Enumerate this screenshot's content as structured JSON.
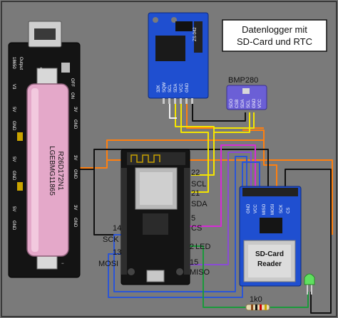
{
  "title_lines": [
    "Datenlogger mit",
    "SD-Card und RTC"
  ],
  "battery_board": {
    "side_labels": [
      "Output",
      "18650",
      "V3",
      "5V",
      "GND",
      "5V",
      "GND",
      "5V",
      "GND"
    ],
    "right_labels": [
      "OFF",
      "ON",
      "3V",
      "GND",
      "3V",
      "GND",
      "3V",
      "GND"
    ],
    "cell_text_1": "LGEBMG11865",
    "cell_text_2": "R26D172N1"
  },
  "rtc": {
    "header_labels": [
      "ZS-042"
    ],
    "pins": [
      "32K",
      "SQW",
      "SCL",
      "SDA",
      "VCC",
      "GND"
    ]
  },
  "bmp280": {
    "title": "BMP280",
    "pins": [
      "SDO",
      "CSB",
      "SDA",
      "SCL",
      "GND",
      "VCC"
    ]
  },
  "esp_labels": {
    "right": [
      {
        "pin": "22",
        "name": "SCL"
      },
      {
        "pin": "21",
        "name": "SDA"
      },
      {
        "pin": "5",
        "name": "CS"
      },
      {
        "pin": "2",
        "name": "LED"
      },
      {
        "pin": "15",
        "name": "MISO"
      }
    ],
    "left": [
      {
        "pin": "14",
        "name": "SCK"
      },
      {
        "pin": "13",
        "name": "MOSI"
      }
    ]
  },
  "sdcard": {
    "label_line1": "SD-Card",
    "label_line2": "Reader",
    "pins": [
      "GND",
      "VCC",
      "MISO",
      "MOSI",
      "SCK",
      "CS"
    ]
  },
  "resistor_label": "1k0",
  "colors": {
    "background": "#7a7a7a",
    "wire_orange": "#ff7f0f",
    "wire_black": "#111111",
    "wire_yellow": "#f5e600",
    "wire_magenta": "#d62bd6",
    "wire_purple": "#8a4ad6",
    "wire_blue": "#2b55d6",
    "wire_green": "#1a9a3a",
    "wire_white": "#f2f2f2",
    "module_blue": "#1f4fd0",
    "esp_black": "#141414"
  }
}
